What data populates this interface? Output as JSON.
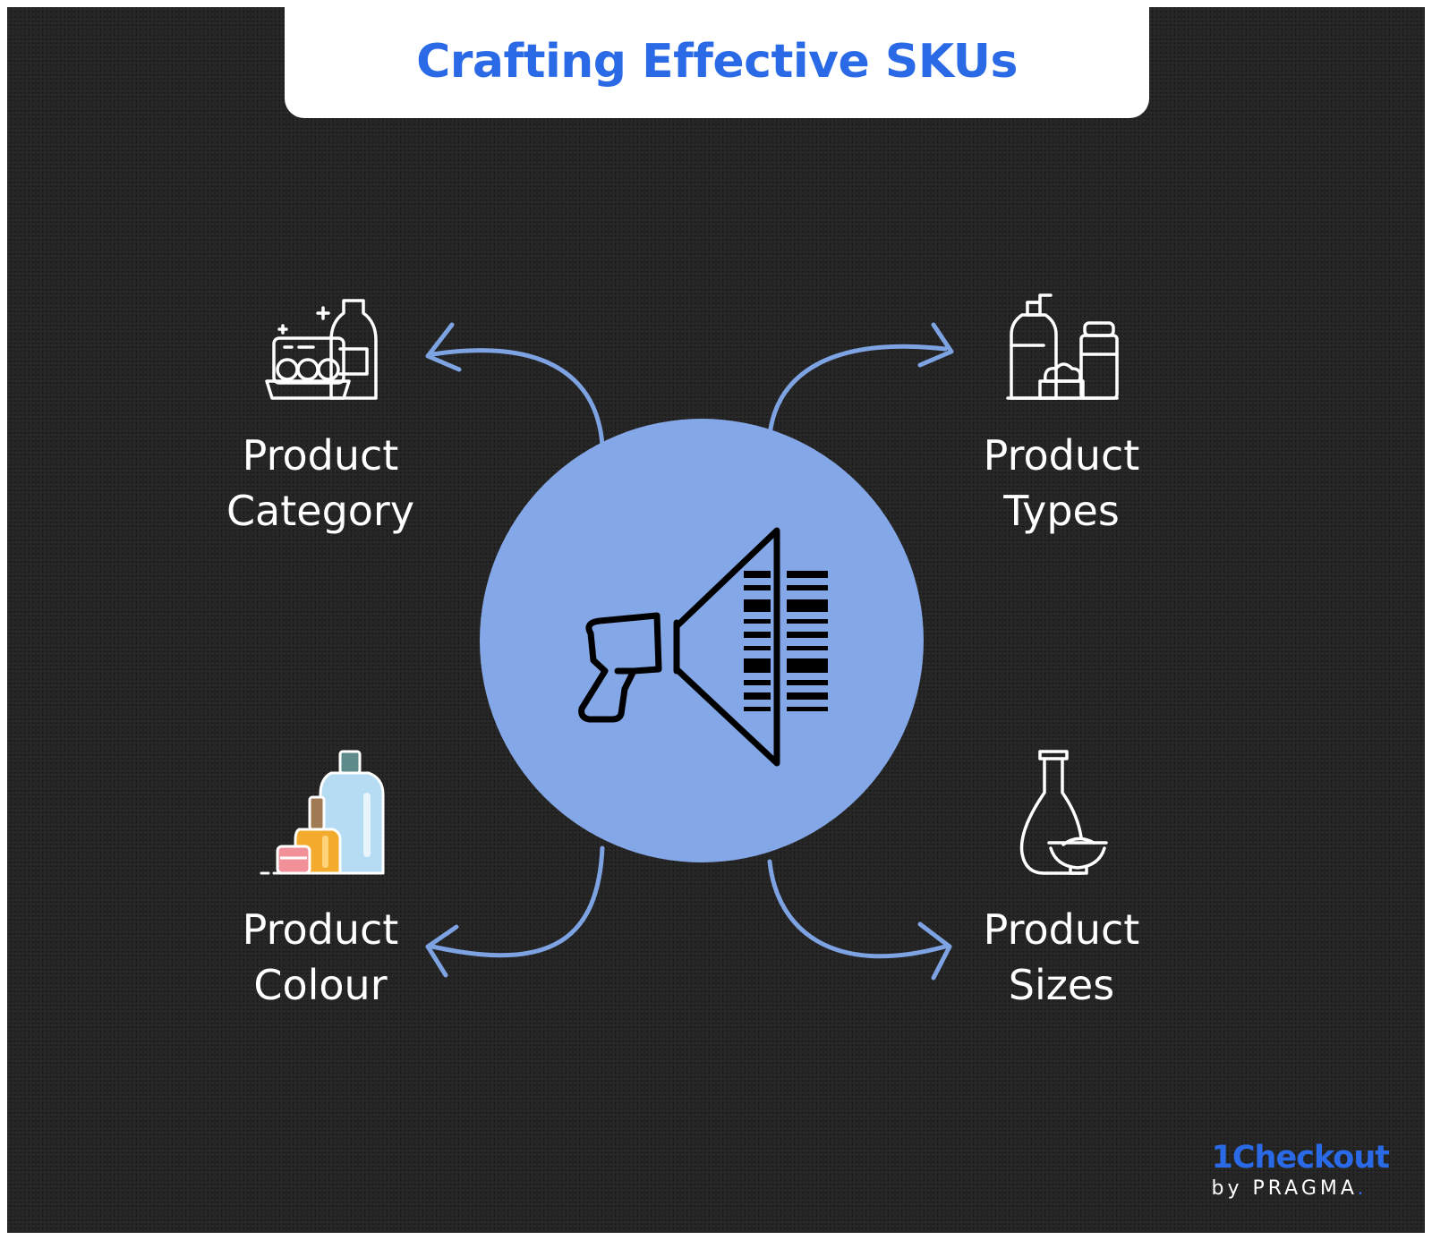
{
  "title": "Crafting Effective SKUs",
  "colors": {
    "background": "#242424",
    "accent_blue": "#2a6ae6",
    "circle_blue": "#84a8e7",
    "arrow_blue": "#7ea3e3",
    "label_white": "#ffffff"
  },
  "center": {
    "icon": "barcode-scanner-icon"
  },
  "items": [
    {
      "line1": "Product",
      "line2": "Category",
      "icon": "groceries-icon"
    },
    {
      "line1": "Product",
      "line2": "Types",
      "icon": "toiletries-icon"
    },
    {
      "line1": "Product",
      "line2": "Colour",
      "icon": "cosmetics-bottles-icon"
    },
    {
      "line1": "Product",
      "line2": "Sizes",
      "icon": "bottle-and-bowl-icon"
    }
  ],
  "brand": {
    "name": "1Checkout",
    "by": "by PRAGMA",
    "dot": "."
  }
}
